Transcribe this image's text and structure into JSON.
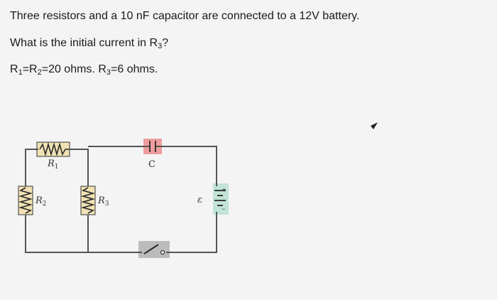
{
  "question": {
    "line1": "Three resistors and a 10 nF capacitor are connected to a 12V battery.",
    "line2": "What is the initial current in R",
    "line2_sub": "3",
    "line2_end": "?",
    "line3_parts": [
      "R",
      "1",
      "=R",
      "2",
      "=20 ohms. R",
      "3",
      "=6 ohms."
    ]
  },
  "circuit": {
    "labels": {
      "r1": "R",
      "r1_sub": "1",
      "r2": "R",
      "r2_sub": "2",
      "r3": "R",
      "r3_sub": "3",
      "c": "C",
      "emf": "ε",
      "plus": "+",
      "minus": "−"
    },
    "colors": {
      "wire": "#555555",
      "resistor_bg": "#f0e2b4",
      "capacitor_bg": "#ef9d9d",
      "battery_bg": "#c2e4d6",
      "switch_bg": "#bcbcbc"
    }
  }
}
